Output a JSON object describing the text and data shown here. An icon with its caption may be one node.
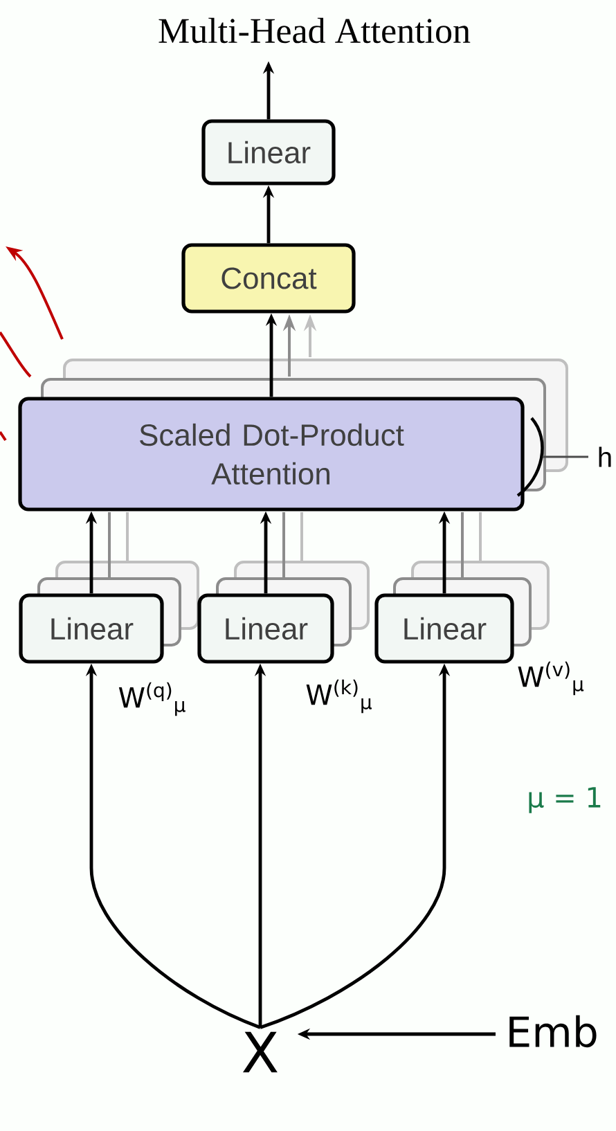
{
  "diagram": {
    "title": "Multi-Head Attention",
    "nodes": [
      {
        "text": [
          "Linear"
        ]
      },
      {
        "text": [
          "Concat"
        ]
      },
      {
        "text": [
          "Scaled Dot-Product Attention"
        ]
      },
      {
        "text": [
          "Linear"
        ]
      },
      {
        "text": [
          "Linear"
        ]
      },
      {
        "text": [
          "Linear"
        ]
      },
      {
        "text": [
          "X"
        ]
      },
      {
        "text": [
          "Emb"
        ]
      }
    ],
    "edges": [
      {
        "from": 0,
        "to": null,
        "arrow": "to"
      },
      {
        "from": 1,
        "to": 0,
        "arrow": "to"
      },
      {
        "from": 2,
        "to": 1,
        "arrow": "to"
      },
      {
        "from": 3,
        "to": 2,
        "arrow": "to"
      },
      {
        "from": 4,
        "to": 2,
        "arrow": "to"
      },
      {
        "from": 5,
        "to": 2,
        "arrow": "to"
      },
      {
        "from": 6,
        "to": 3,
        "arrow": "to"
      },
      {
        "from": 6,
        "to": 4,
        "arrow": "to"
      },
      {
        "from": 6,
        "to": 5,
        "arrow": "to"
      },
      {
        "from": 7,
        "to": 6,
        "arrow": "to"
      }
    ],
    "labels": [
      "h",
      "W$^{(q)}$$_{μ}$",
      "W$^{(k)}$$_{μ}$",
      "W$^{(v)}$$_{μ}$",
      "μ = 1"
    ]
  }
}
